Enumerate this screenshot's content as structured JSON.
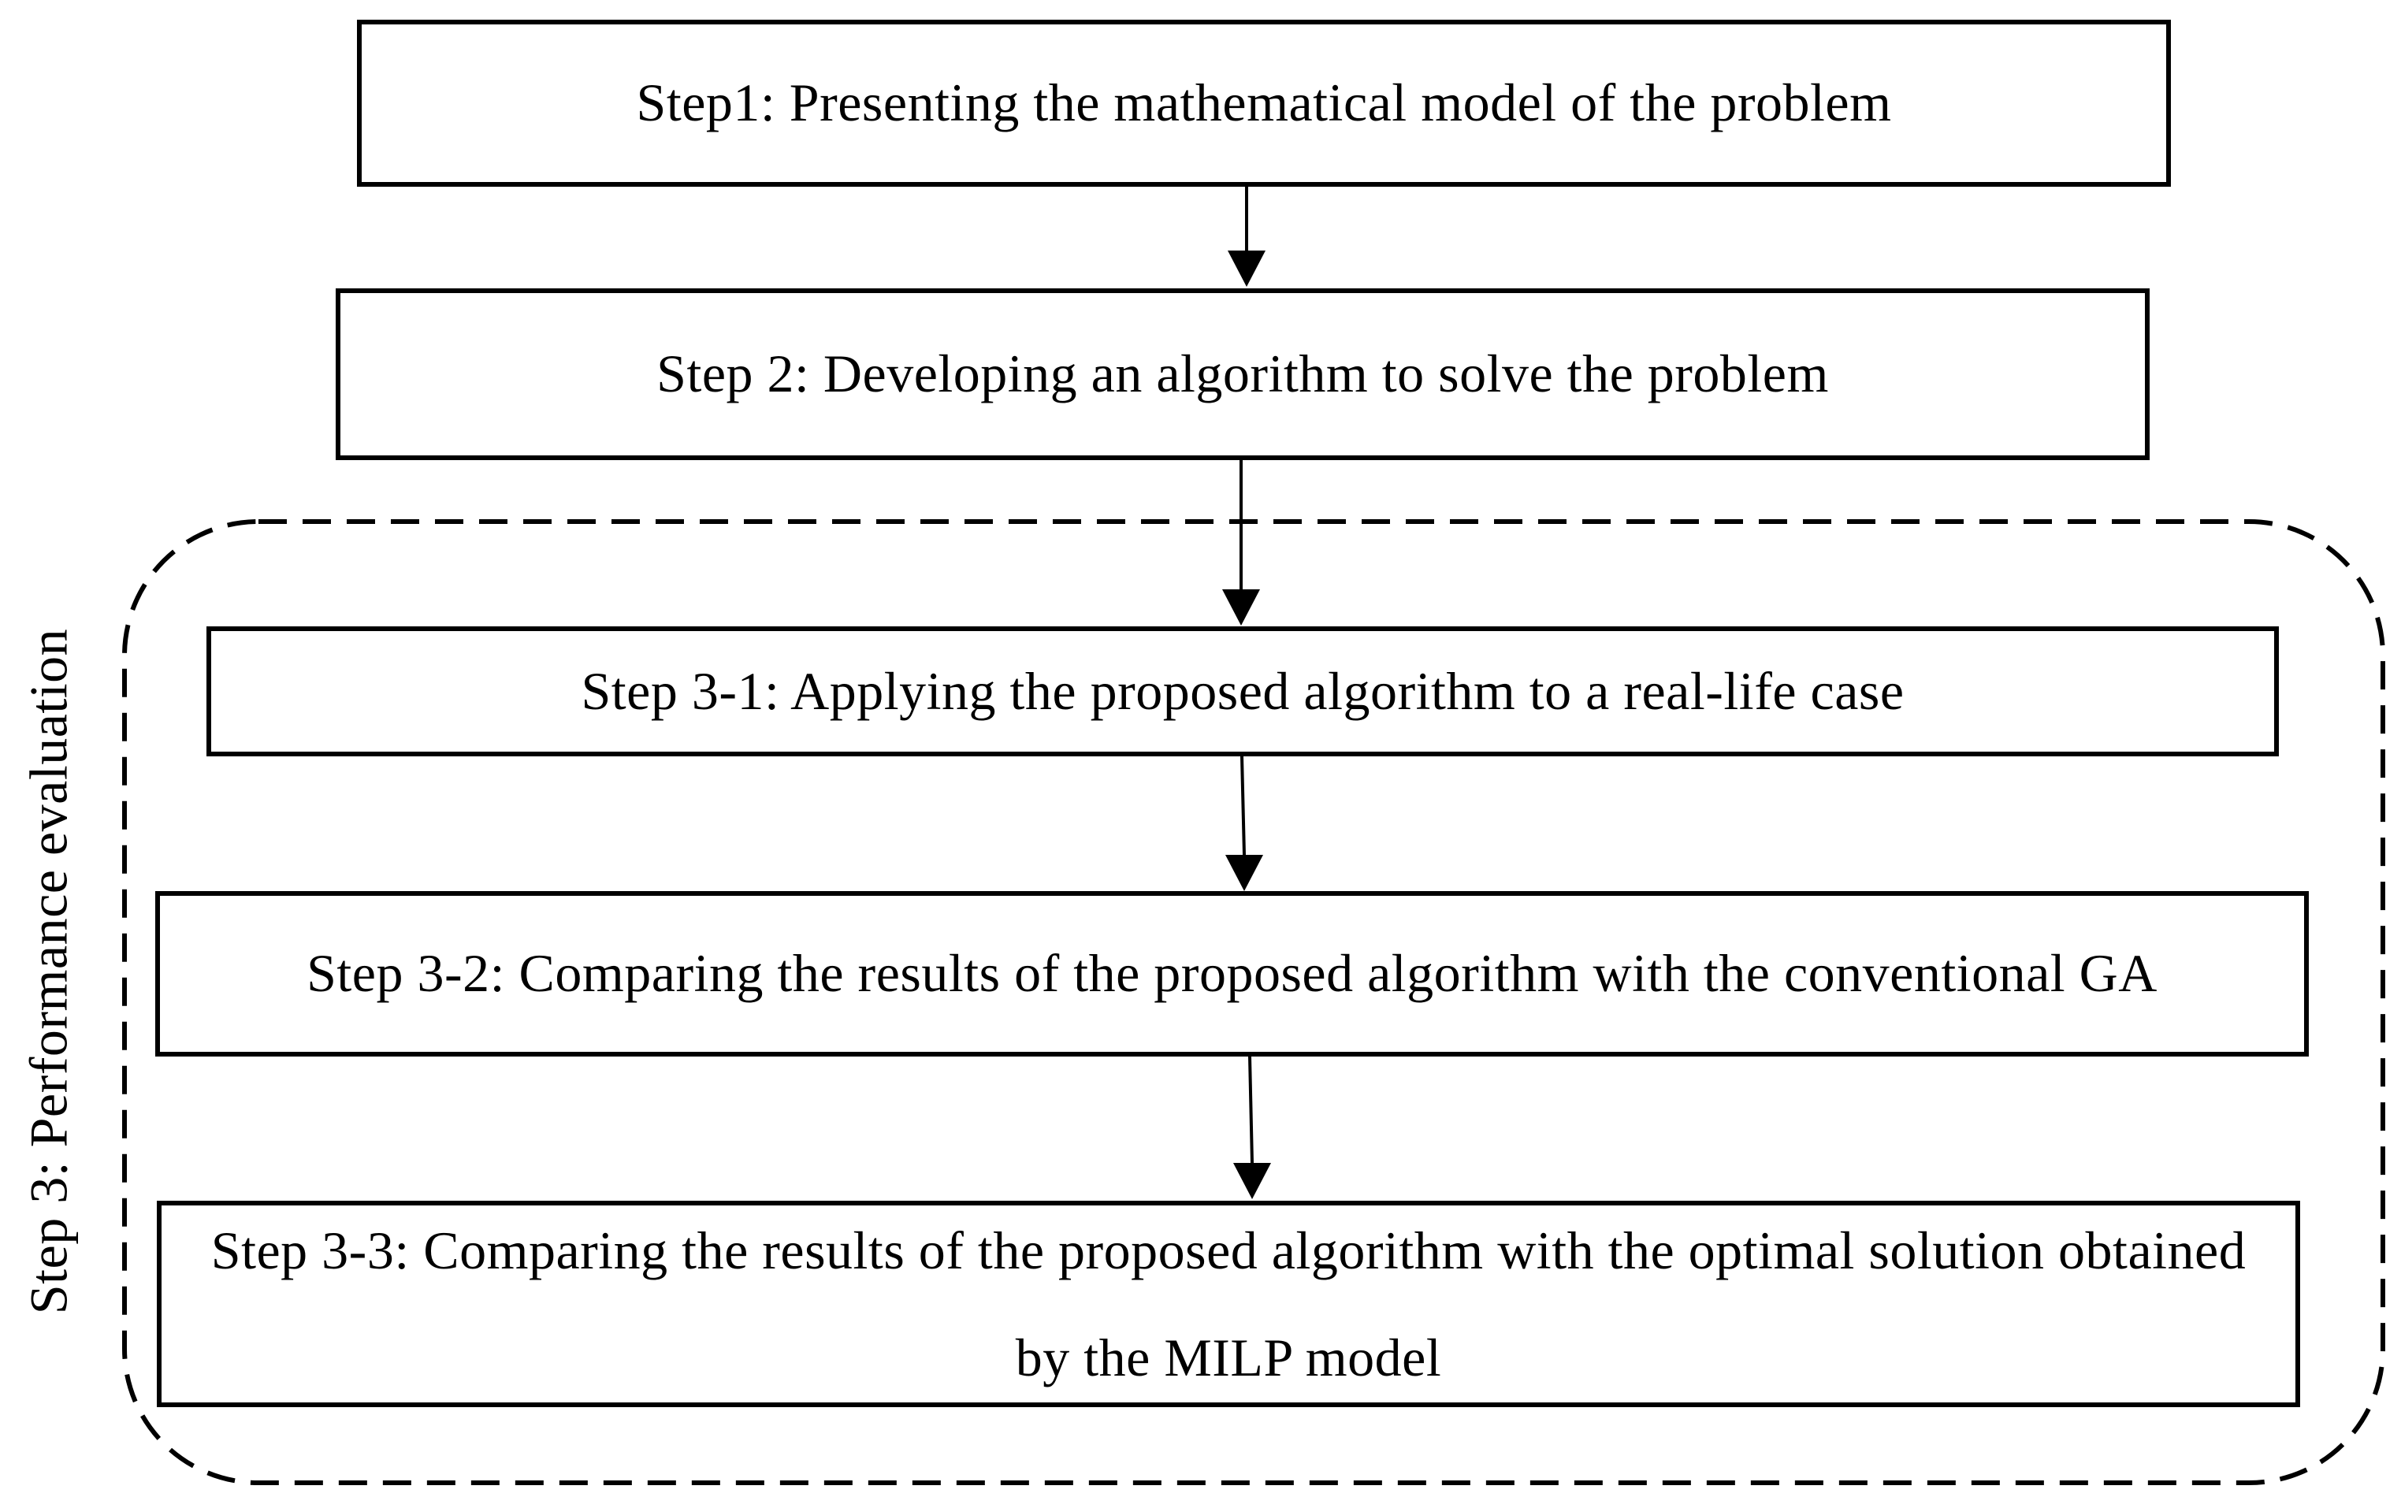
{
  "steps": {
    "step1": "Step1: Presenting the mathematical model of the problem",
    "step2": "Step 2: Developing an algorithm to solve the problem",
    "step3_1": "Step 3-1: Applying the proposed algorithm to a real-life case",
    "step3_2": "Step 3-2: Comparing the results of the proposed algorithm with the conventional GA",
    "step3_3": "Step 3-3: Comparing the results of the proposed algorithm with the optimal solution obtained by the MILP model"
  },
  "group": {
    "label": "Step 3: Performance evaluation",
    "border_style": "dashed"
  },
  "colors": {
    "stroke": "#000000",
    "background": "#ffffff"
  }
}
